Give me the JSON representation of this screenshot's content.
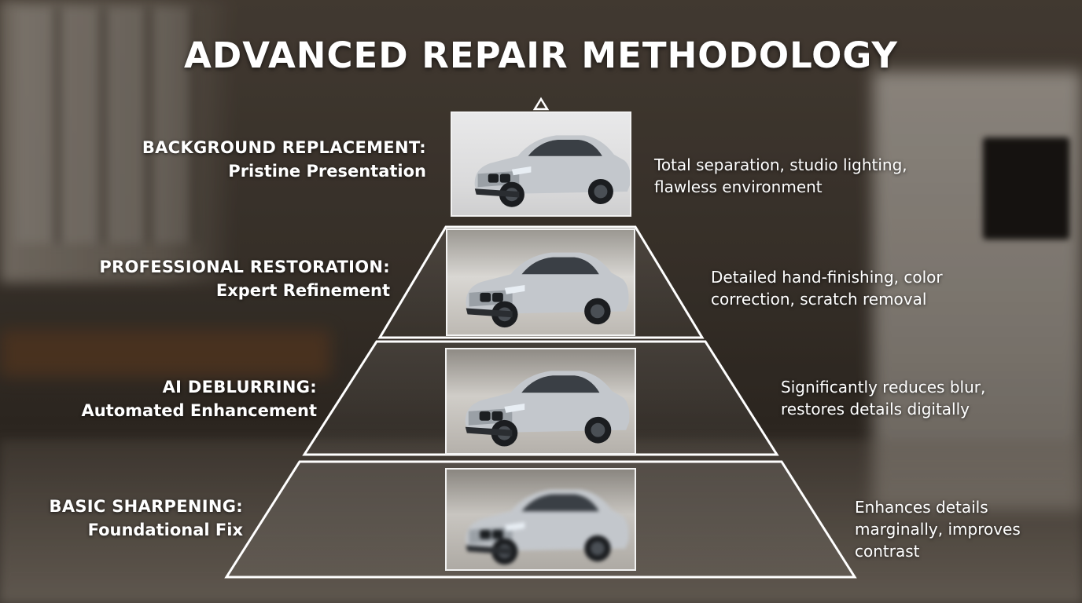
{
  "title": "ADVANCED REPAIR METHODOLOGY",
  "colors": {
    "outline": "#ffffff",
    "car": "#bfc3c8",
    "background": "#3a332c"
  },
  "tiers": [
    {
      "heading": "BACKGROUND REPLACEMENT:",
      "subheading": "Pristine Presentation",
      "description_lines": [
        "Total separation, studio lighting,",
        "flawless environment"
      ],
      "image": "car-photo-studio"
    },
    {
      "heading": "PROFESSIONAL RESTORATION:",
      "subheading": "Expert Refinement",
      "description_lines": [
        "Detailed hand-finishing, color",
        "correction, scratch removal"
      ],
      "image": "car-photo-garage-sharp"
    },
    {
      "heading": "AI DEBLURRING:",
      "subheading": "Automated Enhancement",
      "description_lines": [
        "Significantly reduces blur,",
        "restores details digitally"
      ],
      "image": "car-photo-garage-enhanced"
    },
    {
      "heading": "BASIC SHARPENING:",
      "subheading": "Foundational Fix",
      "description_lines": [
        "Enhances details",
        "marginally, improves",
        "contrast"
      ],
      "image": "car-photo-blurry"
    }
  ]
}
